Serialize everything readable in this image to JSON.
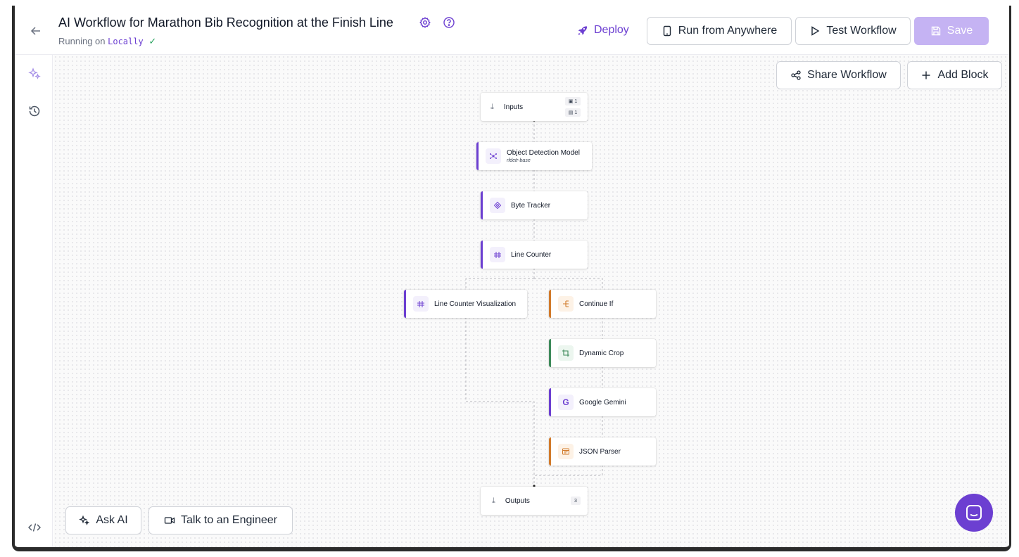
{
  "header": {
    "title": "AI Workflow for Marathon Bib Recognition at the Finish Line",
    "running_prefix": "Running on",
    "running_location": "Locally",
    "deploy_label": "Deploy",
    "run_anywhere_label": "Run from Anywhere",
    "test_label": "Test Workflow",
    "save_label": "Save"
  },
  "canvas_toolbar": {
    "share_label": "Share Workflow",
    "add_block_label": "Add Block"
  },
  "nodes": {
    "inputs": {
      "label": "Inputs",
      "badge_image": "1",
      "badge_param": "1"
    },
    "object_detection": {
      "label": "Object Detection Model",
      "sub": "rfdetr-base"
    },
    "byte_tracker": {
      "label": "Byte Tracker"
    },
    "line_counter": {
      "label": "Line Counter"
    },
    "line_counter_viz": {
      "label": "Line Counter Visualization"
    },
    "continue_if": {
      "label": "Continue If"
    },
    "dynamic_crop": {
      "label": "Dynamic Crop"
    },
    "google_gemini": {
      "label": "Google Gemini"
    },
    "json_parser": {
      "label": "JSON Parser"
    },
    "outputs": {
      "label": "Outputs",
      "badge": "3"
    }
  },
  "bottom": {
    "ask_ai_label": "Ask AI",
    "talk_label": "Talk to an Engineer"
  },
  "colors": {
    "accent": "#6c3fd1",
    "save_disabled": "#c5b3f3",
    "bar_purple": "#6c3fd1",
    "bar_orange": "#d17a2b",
    "bar_green": "#3d8a5a",
    "check_green": "#22a05a"
  },
  "icons": {
    "back": "arrow-left-icon",
    "settings": "gear-icon",
    "help": "question-circle-icon",
    "deploy": "rocket-icon",
    "run_anywhere": "tablet-icon",
    "test": "play-icon",
    "save": "floppy-icon",
    "share": "share-icon",
    "add": "plus-icon",
    "ai": "sparkles-icon",
    "history": "history-icon",
    "code": "code-icon",
    "talk": "video-icon",
    "chat": "chat-icon"
  }
}
